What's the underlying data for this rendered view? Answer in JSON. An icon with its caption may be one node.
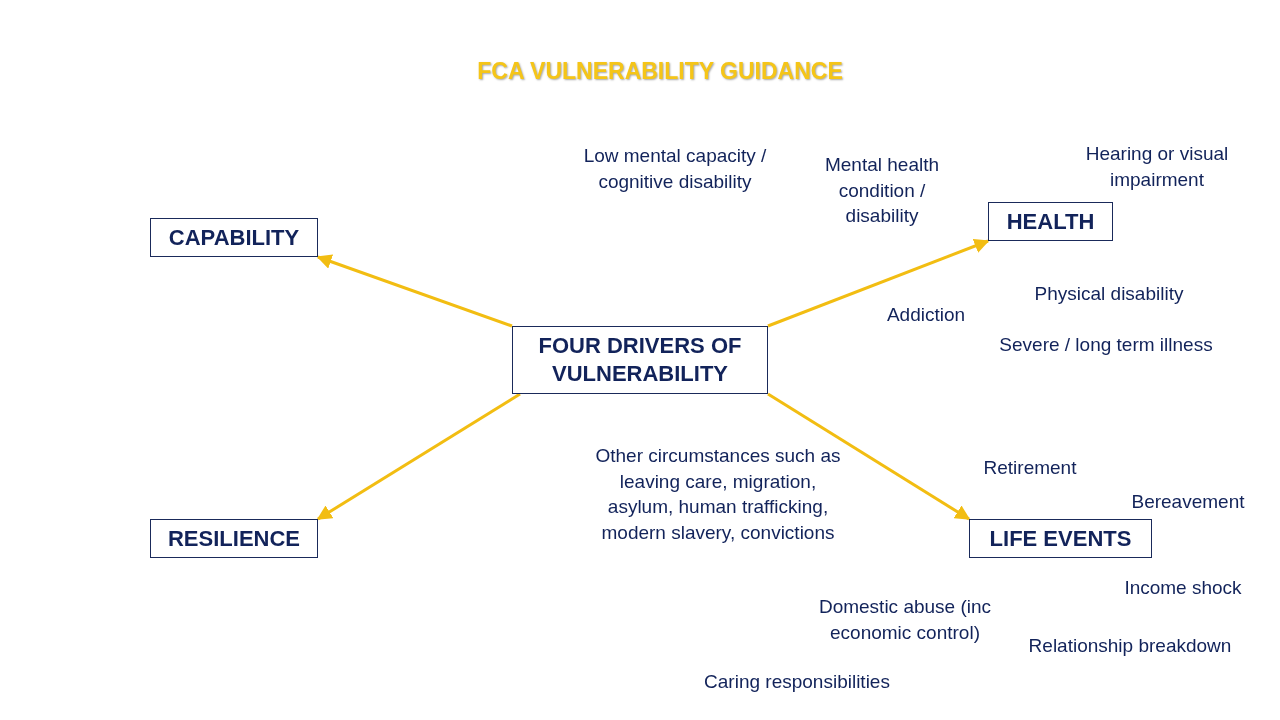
{
  "diagram": {
    "title": "FCA VULNERABILITY GUIDANCE",
    "nodes": [
      {
        "text": [
          "FOUR DRIVERS OF VULNERABILITY"
        ]
      },
      {
        "text": [
          "CAPABILITY"
        ]
      },
      {
        "text": [
          "HEALTH"
        ]
      },
      {
        "text": [
          "RESILIENCE"
        ]
      },
      {
        "text": [
          "LIFE EVENTS"
        ]
      }
    ],
    "edges": [
      {
        "from": 0,
        "to": 1,
        "arrow": "to"
      },
      {
        "from": 0,
        "to": 2,
        "arrow": "to"
      },
      {
        "from": 0,
        "to": 3,
        "arrow": "to"
      },
      {
        "from": 0,
        "to": 4,
        "arrow": "to"
      }
    ],
    "labels": [
      "Low mental capacity / cognitive disability",
      "Mental health condition / disability",
      "Hearing or visual impairment",
      "Addiction",
      "Physical disability",
      "Severe / long term illness",
      "Other circumstances such as leaving care, migration, asylum, human trafficking, modern slavery, convictions",
      "Retirement",
      "Bereavement",
      "Income shock",
      "Domestic abuse (inc economic control)",
      "Relationship breakdown",
      "Caring responsibilities"
    ]
  }
}
